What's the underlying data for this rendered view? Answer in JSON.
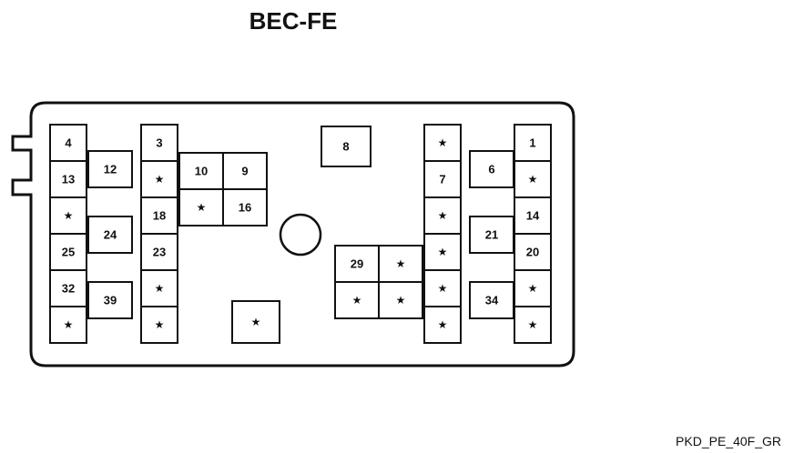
{
  "diagram": {
    "title": "BEC-FE",
    "code": "PKD_PE_40F_GR",
    "unused_marker": "★",
    "cells": {
      "c01": "4",
      "c02": "13",
      "c03": "★",
      "c04": "25",
      "c05": "32",
      "c06": "★",
      "c07": "12",
      "c08": "24",
      "c09": "39",
      "c10": "3",
      "c11": "★",
      "c12": "18",
      "c13": "23",
      "c14": "★",
      "c15": "★",
      "c16": "10",
      "c17": "9",
      "c18": "★",
      "c19": "16",
      "c20": "8",
      "c21": "★",
      "c22": "29",
      "c23": "★",
      "c24": "★",
      "c25": "★",
      "c26": "★",
      "c27": "7",
      "c28": "★",
      "c29": "★",
      "c30": "★",
      "c31": "★",
      "c32": "6",
      "c33": "21",
      "c34": "34",
      "c35": "1",
      "c36": "★",
      "c37": "14",
      "c38": "20",
      "c39": "★",
      "c40": "★"
    }
  }
}
